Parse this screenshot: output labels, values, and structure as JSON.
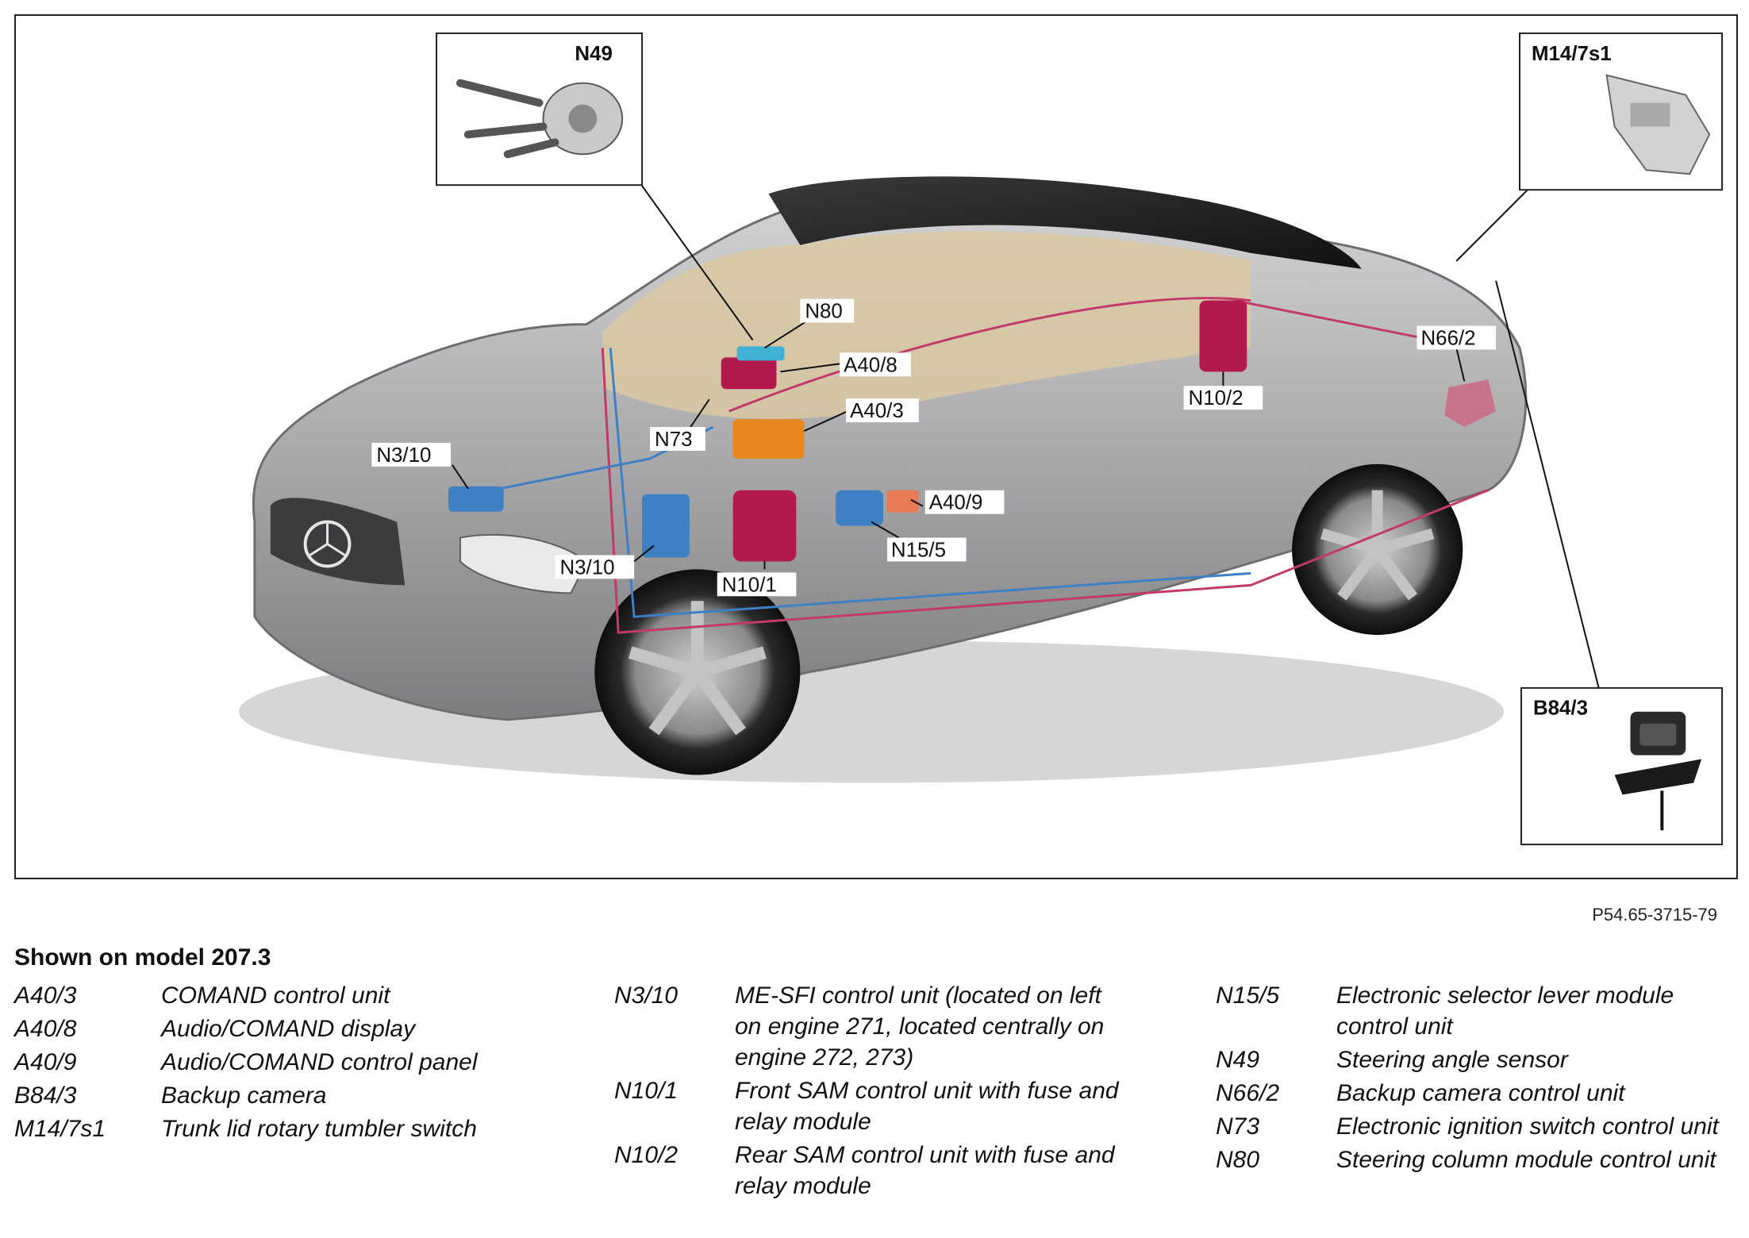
{
  "figure": {
    "reference": "P54.65-3715-79",
    "callouts": {
      "N80": "N80",
      "A40_8": "A40/8",
      "A40_3": "A40/3",
      "N73": "N73",
      "N3_10_upper": "N3/10",
      "N3_10_lower": "N3/10",
      "N10_1": "N10/1",
      "N15_5": "N15/5",
      "A40_9": "A40/9",
      "N10_2": "N10/2",
      "N66_2": "N66/2"
    },
    "insets": {
      "N49": "N49",
      "M14_7s1": "M14/7s1",
      "B84_3": "B84/3"
    },
    "colors": {
      "blue_component": "#3f7fc4",
      "magenta_component": "#b3194f",
      "orange_component": "#e8861f",
      "car_body": "#b4b4b6",
      "interior": "#d9c9a2"
    }
  },
  "legend": {
    "title": "Shown on model 207.3",
    "columns": [
      [
        {
          "code": "A40/3",
          "desc": "COMAND control unit"
        },
        {
          "code": "A40/8",
          "desc": "Audio/COMAND display"
        },
        {
          "code": "A40/9",
          "desc": "Audio/COMAND control panel"
        },
        {
          "code": "B84/3",
          "desc": "Backup camera"
        },
        {
          "code": "M14/7s1",
          "desc": "Trunk lid rotary tumbler switch"
        }
      ],
      [
        {
          "code": "N3/10",
          "desc": "ME-SFI control unit (located on left on engine 271, located centrally on engine 272, 273)"
        },
        {
          "code": "N10/1",
          "desc": "Front SAM control unit with fuse and relay module"
        },
        {
          "code": "N10/2",
          "desc": "Rear SAM control unit with fuse and relay module"
        }
      ],
      [
        {
          "code": "N15/5",
          "desc": "Electronic selector lever module control unit"
        },
        {
          "code": "N49",
          "desc": "Steering angle sensor"
        },
        {
          "code": "N66/2",
          "desc": "Backup camera control unit"
        },
        {
          "code": "N73",
          "desc": "Electronic ignition switch control unit"
        },
        {
          "code": "N80",
          "desc": "Steering column module control unit"
        }
      ]
    ]
  }
}
